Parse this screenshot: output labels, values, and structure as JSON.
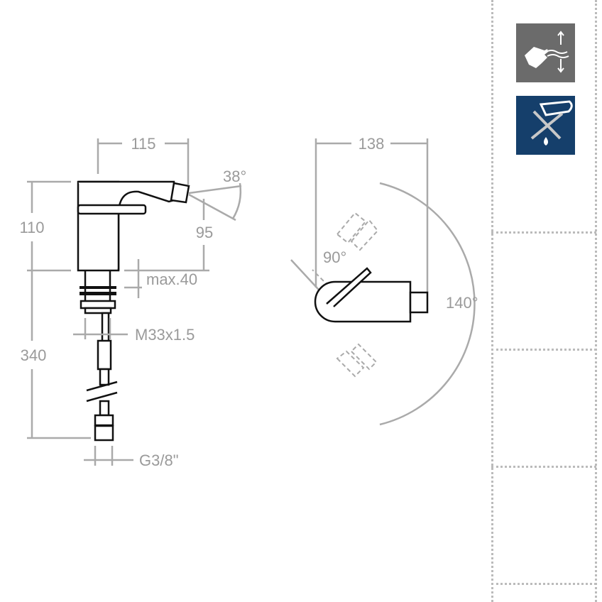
{
  "side_view": {
    "width_label": "115",
    "height_label": "110",
    "total_height_label": "340",
    "spout_height_label": "95",
    "spray_angle_label": "38°",
    "deck_thickness_label": "max.40",
    "thread_label": "M33x1.5",
    "connection_label": "G3/8\""
  },
  "top_view": {
    "length_label": "138",
    "handle_angle_label": "90°",
    "swivel_angle_label": "140°"
  },
  "icons": [
    {
      "name": "hand-wave-sensor-icon",
      "color": "#6b6b6b"
    },
    {
      "name": "no-cleaning-agents-icon",
      "color": "#153f6b"
    }
  ]
}
